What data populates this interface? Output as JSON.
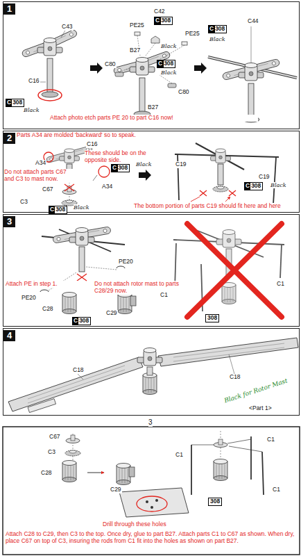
{
  "diagram": {
    "nodes": [
      {
        "text": [
          "1"
        ]
      },
      {
        "text": [
          "2"
        ]
      },
      {
        "text": [
          "3"
        ]
      },
      {
        "text": [
          "4"
        ]
      }
    ],
    "labels": [
      "C43",
      "C16",
      "C308",
      "Black",
      "Attach photo etch parts PE 20 to part C16 now!",
      "PE25",
      "C42",
      "C308",
      "B27",
      "C80",
      "Black",
      "C308",
      "Black",
      "C80",
      "B27",
      "PE25",
      "C308",
      "Black",
      "C44",
      "Parts A34 are molded 'backward' so to speak.",
      "C16",
      "These should be on the opposite side.",
      "Do not attach parts C67 and C3 to mast now.",
      "A34",
      "C308",
      "Black",
      "A34",
      "C67",
      "C3",
      "C308",
      "Black",
      "C19",
      "C19",
      "C308",
      "Black",
      "The bottom portion of parts C19 should fit here and here",
      "PE20",
      "Attach PE in step 1.",
      "PE20",
      "Do not attach rotor mast to parts C28/29 now.",
      "C28",
      "C29",
      "C308",
      "C1",
      "C1",
      "308",
      "C18",
      "C18",
      "Black for Rotor Mast",
      "<Part 1>",
      "3",
      "C67",
      "C3",
      "C28",
      "C29",
      "C1",
      "C1",
      "C1",
      "308",
      "Drill through these holes",
      "Attach C28 to C29, then C3 to the top. Once dry, glue to part B27. Attach parts C1 to C67 as shown. When dry, place C67 on top of C3, insuring the rods from C1 fit into the holes as shown on part B27."
    ]
  }
}
